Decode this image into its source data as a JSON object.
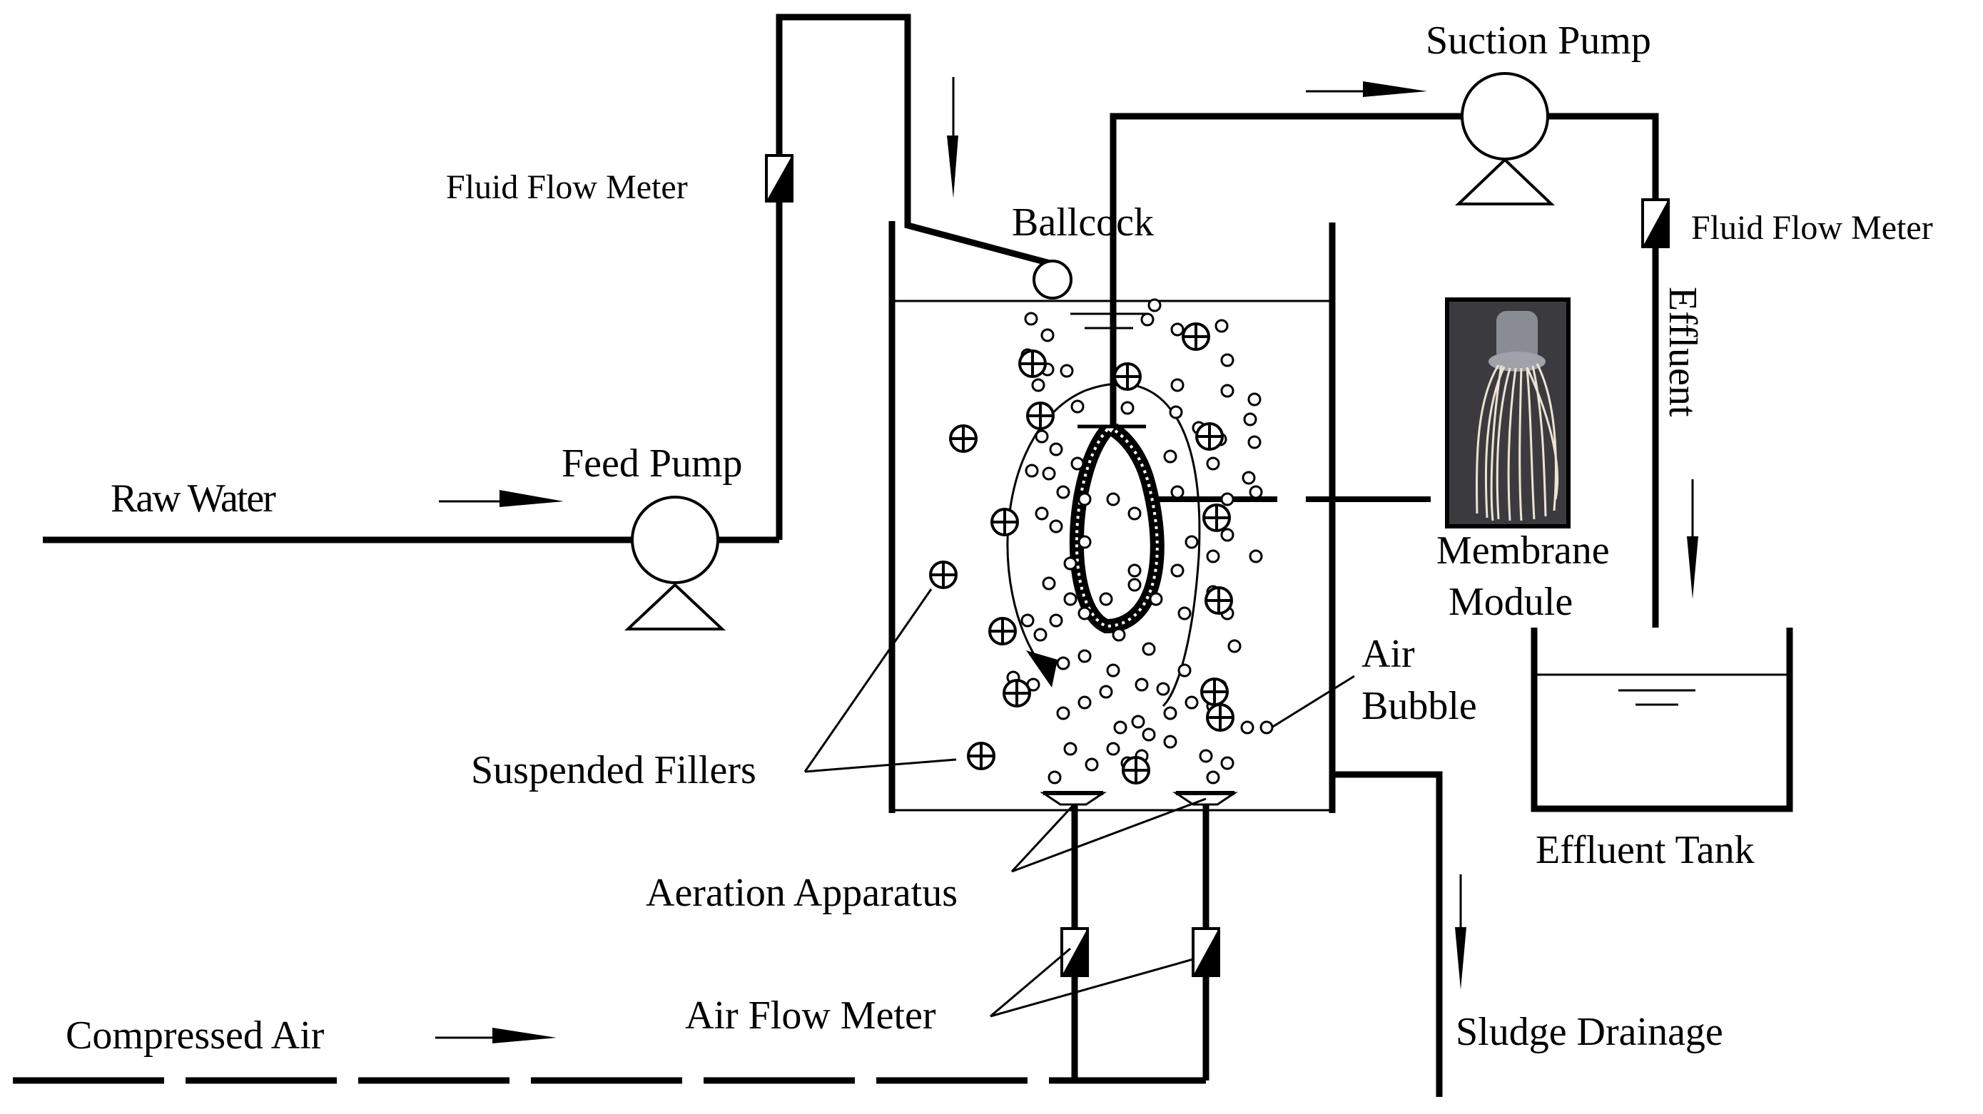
{
  "labels": {
    "raw_water": "Raw Water",
    "feed_pump": "Feed Pump",
    "fluid_flow_meter_left": "Fluid Flow Meter",
    "ballcock": "Ballcock",
    "suction_pump": "Suction Pump",
    "fluid_flow_meter_right": "Fluid Flow Meter",
    "effluent": "Effluent",
    "membrane_line1": "Membrane",
    "membrane_line2": "Module",
    "air_line1": "Air",
    "air_line2": "Bubble",
    "suspended_fillers": "Suspended Fillers",
    "aeration_apparatus": "Aeration Apparatus",
    "air_flow_meter": "Air Flow Meter",
    "compressed_air": "Compressed Air",
    "sludge_drainage": "Sludge Drainage",
    "effluent_tank": "Effluent Tank"
  },
  "colors": {
    "line": "#000000",
    "background": "#ffffff",
    "photo_bg": "#3b3b3f",
    "membrane_fiber": "#ece4d2",
    "membrane_cap": "#8a8d93"
  }
}
